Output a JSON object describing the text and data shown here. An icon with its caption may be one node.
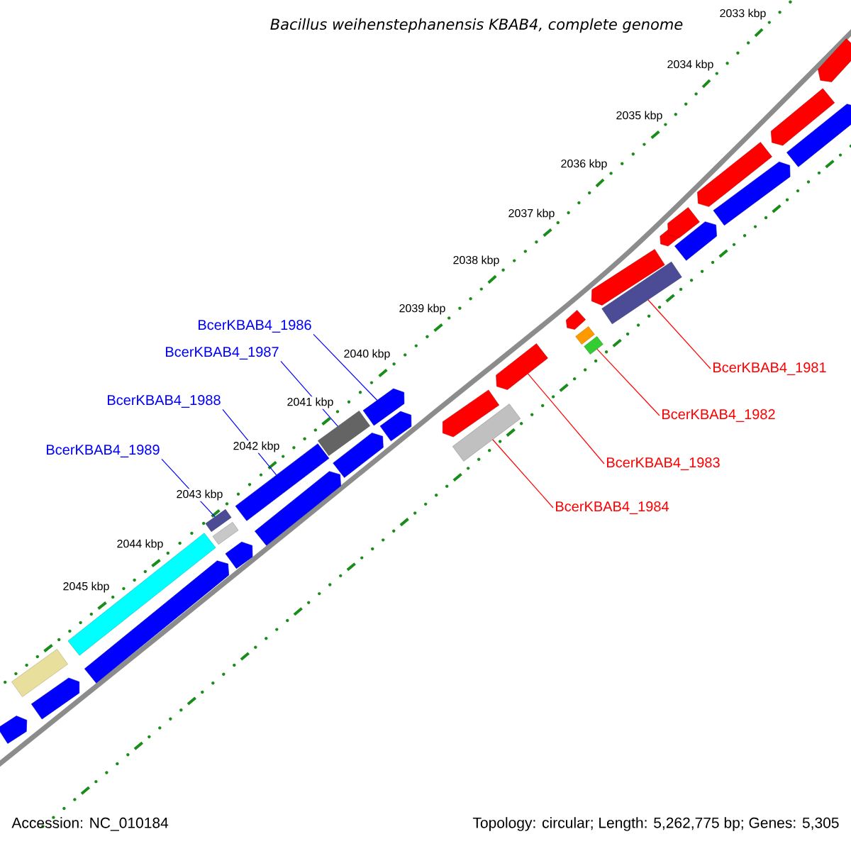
{
  "diagram": {
    "title": "Bacillus weihenstephanensis KBAB4, complete genome",
    "nodes": [
      {
        "text": [
          "BcerKBAB4_1986"
        ]
      },
      {
        "text": [
          "BcerKBAB4_1987"
        ]
      },
      {
        "text": [
          "BcerKBAB4_1988"
        ]
      },
      {
        "text": [
          "BcerKBAB4_1989"
        ]
      },
      {
        "text": [
          "BcerKBAB4_1981"
        ]
      },
      {
        "text": [
          "BcerKBAB4_1982"
        ]
      },
      {
        "text": [
          "BcerKBAB4_1983"
        ]
      },
      {
        "text": [
          "BcerKBAB4_1984"
        ]
      },
      {
        "text": [],
        "shape": "pentagon"
      },
      {
        "text": [],
        "shape": "box"
      },
      {
        "text": [],
        "shape": "pentagon"
      },
      {
        "text": [],
        "shape": "box"
      },
      {
        "text": [],
        "shape": "pentagon"
      },
      {
        "text": [],
        "shape": "box"
      },
      {
        "text": [],
        "shape": "box"
      },
      {
        "text": [],
        "shape": "pentagon"
      },
      {
        "text": [],
        "shape": "box"
      },
      {
        "text": [],
        "shape": "pentagon"
      },
      {
        "text": [],
        "shape": "box"
      },
      {
        "text": [],
        "shape": "pentagon"
      },
      {
        "text": [],
        "shape": "pentagon"
      },
      {
        "text": [],
        "shape": "pentagon"
      },
      {
        "text": [],
        "shape": "pentagon"
      },
      {
        "text": [],
        "shape": "box"
      },
      {
        "text": [],
        "shape": "pentagon"
      },
      {
        "text": [],
        "shape": "pentagon"
      },
      {
        "text": [],
        "shape": "box"
      },
      {
        "text": [],
        "shape": "box"
      },
      {
        "text": [],
        "shape": "pentagon"
      },
      {
        "text": [],
        "shape": "box"
      },
      {
        "text": [],
        "shape": "pentagon"
      },
      {
        "text": [],
        "shape": "pentagon"
      },
      {
        "text": [],
        "shape": "pentagon"
      },
      {
        "text": [],
        "shape": "pentagon"
      },
      {
        "text": [],
        "shape": "pentagon"
      },
      {
        "text": [],
        "shape": "pentagon"
      },
      {
        "text": [],
        "shape": "pentagon"
      },
      {
        "text": [],
        "shape": "pentagon"
      }
    ],
    "edges": [
      {
        "from": 0,
        "to": 20,
        "arrow": "none",
        "color": "#0000ff"
      },
      {
        "from": 1,
        "to": 18,
        "arrow": "none",
        "color": "#0000ff"
      },
      {
        "from": 2,
        "to": 16,
        "arrow": "none",
        "color": "#0000ff"
      },
      {
        "from": 3,
        "to": 13,
        "arrow": "none",
        "color": "#0000ff"
      },
      {
        "from": 4,
        "to": 29,
        "arrow": "none",
        "color": "#ff0000"
      },
      {
        "from": 5,
        "to": 27,
        "arrow": "none",
        "color": "#ff0000"
      },
      {
        "from": 6,
        "to": 24,
        "arrow": "none",
        "color": "#ff0000"
      },
      {
        "from": 7,
        "to": 23,
        "arrow": "none",
        "color": "#ff0000"
      }
    ],
    "labels": [
      "2033 kbp",
      "2034 kbp",
      "2035 kbp",
      "2036 kbp",
      "2037 kbp",
      "2038 kbp",
      "2039 kbp",
      "2040 kbp",
      "2041 kbp",
      "2042 kbp",
      "2043 kbp",
      "2044 kbp",
      "2045 kbp",
      "Accession: NC_010184",
      "Topology: circular; Length: 5,262,775 bp; Genes: 5,305"
    ]
  }
}
